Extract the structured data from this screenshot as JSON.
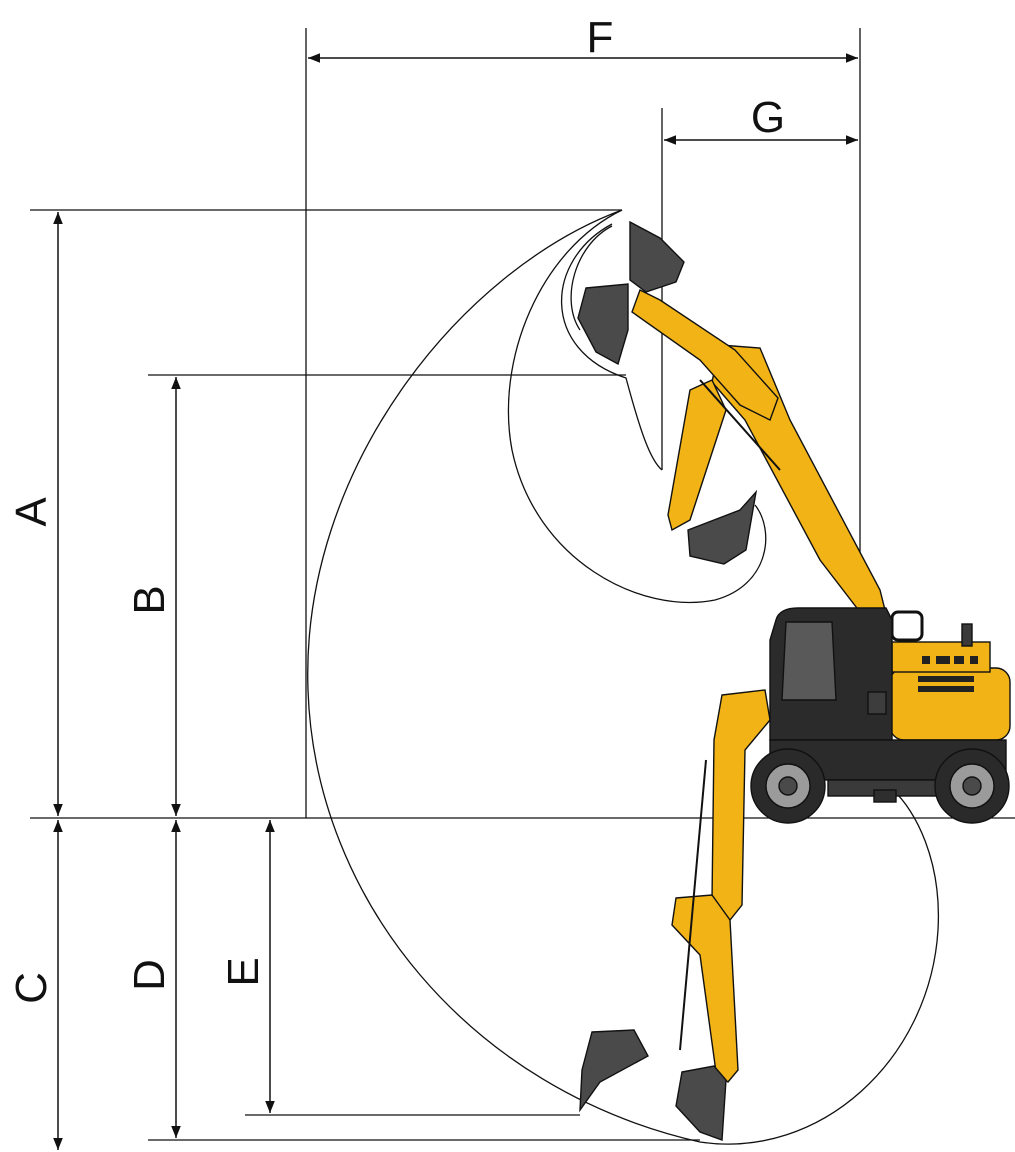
{
  "diagram": {
    "dimension_labels": {
      "A": "A",
      "B": "B",
      "C": "C",
      "D": "D",
      "E": "E",
      "F": "F",
      "G": "G"
    },
    "colors": {
      "machine_yellow": "#f2b316",
      "bucket_dark": "#4a4a4a",
      "cab_dark": "#2b2b2b",
      "tire": "#2a2a2a",
      "line": "#111111"
    }
  }
}
